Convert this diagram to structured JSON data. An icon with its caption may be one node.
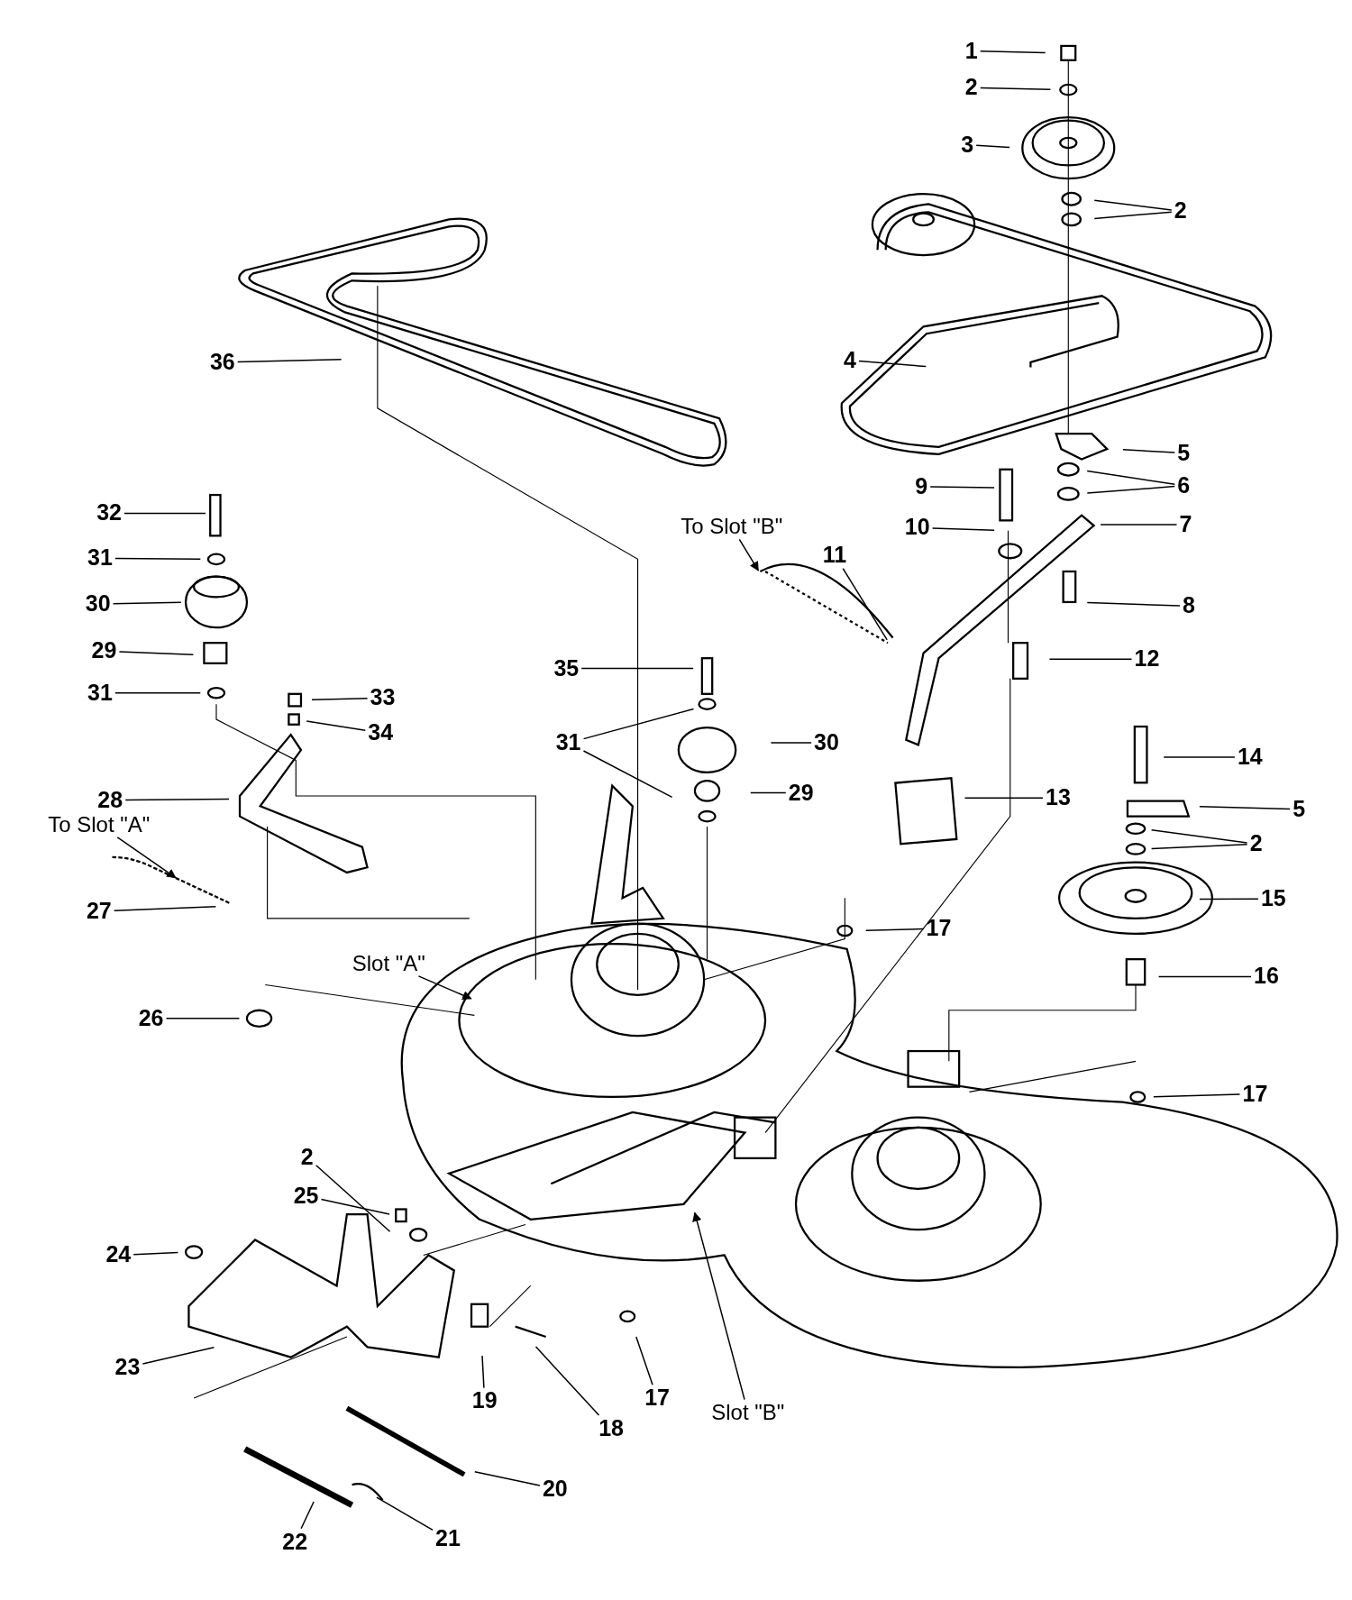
{
  "diagram": {
    "nodes": [
      {
        "text": [
          "1"
        ]
      },
      {
        "text": [
          "2"
        ]
      },
      {
        "text": [
          "3"
        ]
      },
      {
        "text": [
          "2"
        ]
      },
      {
        "text": [
          "4"
        ]
      },
      {
        "text": [
          "5"
        ]
      },
      {
        "text": [
          "6"
        ]
      },
      {
        "text": [
          "7"
        ]
      },
      {
        "text": [
          "8"
        ]
      },
      {
        "text": [
          "9"
        ]
      },
      {
        "text": [
          "10"
        ]
      },
      {
        "text": [
          "11"
        ]
      },
      {
        "text": [
          "12"
        ]
      },
      {
        "text": [
          "13"
        ]
      },
      {
        "text": [
          "14"
        ]
      },
      {
        "text": [
          "5"
        ]
      },
      {
        "text": [
          "2"
        ]
      },
      {
        "text": [
          "15"
        ]
      },
      {
        "text": [
          "16"
        ]
      },
      {
        "text": [
          "17"
        ]
      },
      {
        "text": [
          "17"
        ]
      },
      {
        "text": [
          "35"
        ]
      },
      {
        "text": [
          "31"
        ]
      },
      {
        "text": [
          "30"
        ]
      },
      {
        "text": [
          "29"
        ]
      },
      {
        "text": [
          "32"
        ]
      },
      {
        "text": [
          "31"
        ]
      },
      {
        "text": [
          "30"
        ]
      },
      {
        "text": [
          "29"
        ]
      },
      {
        "text": [
          "31"
        ]
      },
      {
        "text": [
          "33"
        ]
      },
      {
        "text": [
          "34"
        ]
      },
      {
        "text": [
          "28"
        ]
      },
      {
        "text": [
          "To Slot \"A\""
        ]
      },
      {
        "text": [
          "27"
        ]
      },
      {
        "text": [
          "26"
        ]
      },
      {
        "text": [
          "Slot \"A\""
        ]
      },
      {
        "text": [
          "36"
        ]
      },
      {
        "text": [
          "To Slot \"B\""
        ]
      },
      {
        "text": [
          "2"
        ]
      },
      {
        "text": [
          "25"
        ]
      },
      {
        "text": [
          "24"
        ]
      },
      {
        "text": [
          "23"
        ]
      },
      {
        "text": [
          "19"
        ]
      },
      {
        "text": [
          "18"
        ]
      },
      {
        "text": [
          "17"
        ]
      },
      {
        "text": [
          "Slot \"B\""
        ]
      },
      {
        "text": [
          "20"
        ]
      },
      {
        "text": [
          "22"
        ]
      },
      {
        "text": [
          "21"
        ]
      }
    ],
    "edges": [
      {
        "from": 0,
        "to": null,
        "arrow": "none"
      },
      {
        "from": 1,
        "to": null,
        "arrow": "none"
      },
      {
        "from": 2,
        "to": null,
        "arrow": "none"
      },
      {
        "from": 3,
        "to": null,
        "arrow": "none"
      },
      {
        "from": 3,
        "to": null,
        "arrow": "none"
      },
      {
        "from": 4,
        "to": null,
        "arrow": "none"
      },
      {
        "from": 5,
        "to": null,
        "arrow": "none"
      },
      {
        "from": 6,
        "to": null,
        "arrow": "none"
      },
      {
        "from": 6,
        "to": null,
        "arrow": "none"
      },
      {
        "from": 7,
        "to": null,
        "arrow": "none"
      },
      {
        "from": 8,
        "to": null,
        "arrow": "none"
      },
      {
        "from": 9,
        "to": null,
        "arrow": "none"
      },
      {
        "from": 10,
        "to": null,
        "arrow": "none"
      },
      {
        "from": 11,
        "to": null,
        "arrow": "none"
      },
      {
        "from": 12,
        "to": null,
        "arrow": "none"
      },
      {
        "from": 13,
        "to": null,
        "arrow": "none"
      },
      {
        "from": 14,
        "to": null,
        "arrow": "none"
      },
      {
        "from": 15,
        "to": null,
        "arrow": "none"
      },
      {
        "from": 16,
        "to": null,
        "arrow": "none"
      },
      {
        "from": 16,
        "to": null,
        "arrow": "none"
      },
      {
        "from": 17,
        "to": null,
        "arrow": "none"
      },
      {
        "from": 18,
        "to": null,
        "arrow": "none"
      },
      {
        "from": 19,
        "to": null,
        "arrow": "none"
      },
      {
        "from": 20,
        "to": null,
        "arrow": "none"
      },
      {
        "from": 21,
        "to": null,
        "arrow": "none"
      },
      {
        "from": 22,
        "to": null,
        "arrow": "none"
      },
      {
        "from": 22,
        "to": null,
        "arrow": "none"
      },
      {
        "from": 23,
        "to": null,
        "arrow": "none"
      },
      {
        "from": 24,
        "to": null,
        "arrow": "none"
      },
      {
        "from": 25,
        "to": null,
        "arrow": "none"
      },
      {
        "from": 26,
        "to": null,
        "arrow": "none"
      },
      {
        "from": 27,
        "to": null,
        "arrow": "none"
      },
      {
        "from": 28,
        "to": null,
        "arrow": "none"
      },
      {
        "from": 29,
        "to": null,
        "arrow": "none"
      },
      {
        "from": 30,
        "to": null,
        "arrow": "none"
      },
      {
        "from": 31,
        "to": null,
        "arrow": "none"
      },
      {
        "from": 32,
        "to": null,
        "arrow": "none"
      },
      {
        "from": 33,
        "to": null,
        "arrow": "to"
      },
      {
        "from": 34,
        "to": null,
        "arrow": "none"
      },
      {
        "from": 35,
        "to": null,
        "arrow": "none"
      },
      {
        "from": 36,
        "to": null,
        "arrow": "to"
      },
      {
        "from": 37,
        "to": null,
        "arrow": "none"
      },
      {
        "from": 38,
        "to": null,
        "arrow": "to"
      },
      {
        "from": 39,
        "to": null,
        "arrow": "none"
      },
      {
        "from": 40,
        "to": null,
        "arrow": "none"
      },
      {
        "from": 41,
        "to": null,
        "arrow": "none"
      },
      {
        "from": 42,
        "to": null,
        "arrow": "none"
      },
      {
        "from": 43,
        "to": null,
        "arrow": "none"
      },
      {
        "from": 44,
        "to": null,
        "arrow": "none"
      },
      {
        "from": 45,
        "to": null,
        "arrow": "none"
      },
      {
        "from": 46,
        "to": null,
        "arrow": "to"
      },
      {
        "from": 47,
        "to": null,
        "arrow": "none"
      },
      {
        "from": 48,
        "to": null,
        "arrow": "none"
      },
      {
        "from": 49,
        "to": null,
        "arrow": "none"
      }
    ]
  }
}
